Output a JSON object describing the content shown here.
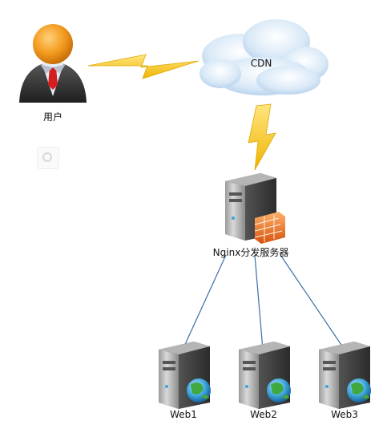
{
  "nodes": {
    "user": {
      "label": "用户"
    },
    "cdn": {
      "label": "CDN"
    },
    "nginx": {
      "label": "Nginx分发服务器"
    },
    "web1": {
      "label": "Web1"
    },
    "web2": {
      "label": "Web2"
    },
    "web3": {
      "label": "Web3"
    }
  },
  "edges": [
    {
      "from": "user",
      "to": "cdn",
      "style": "lightning"
    },
    {
      "from": "cdn",
      "to": "nginx",
      "style": "lightning"
    },
    {
      "from": "nginx",
      "to": "web1",
      "style": "line"
    },
    {
      "from": "nginx",
      "to": "web2",
      "style": "line"
    },
    {
      "from": "nginx",
      "to": "web3",
      "style": "line"
    }
  ],
  "colors": {
    "lightning": "#f2c21b",
    "connector": "#3a6ea5",
    "cloud": "#cfe3f5",
    "user_head": "#f39a1e",
    "firewall": "#e8691f",
    "globe": "#3aa4d8"
  }
}
